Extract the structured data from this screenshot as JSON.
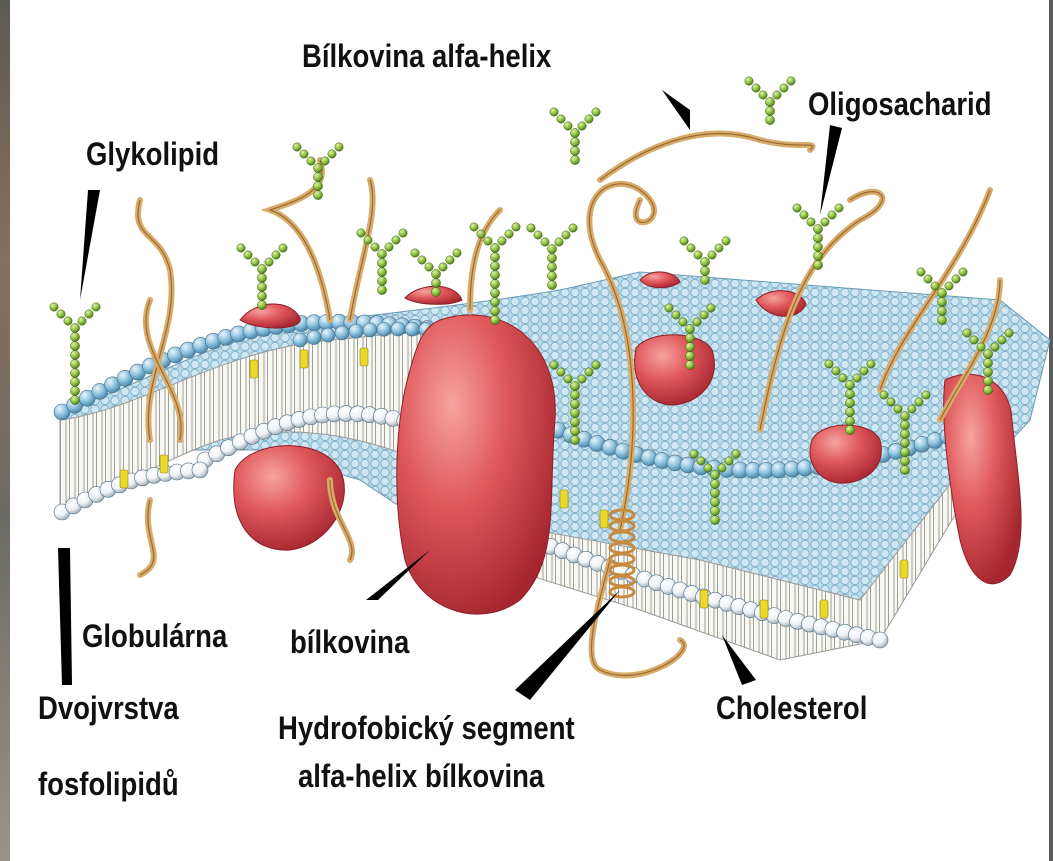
{
  "labels": {
    "alpha_helix_protein": "Bílkovina alfa-helix",
    "oligosaccharide": "Oligosacharid",
    "glycolipid": "Glykolipid",
    "globular": "Globulárna",
    "protein": "bílkovina",
    "bilayer_line1": "Dvojvrstva",
    "bilayer_line2": "fosfolipidů",
    "hydrophobic_line1": "Hydrofobický segment",
    "hydrophobic_line2": "alfa-helix bílkovina",
    "cholesterol": "Cholesterol"
  },
  "colors": {
    "head_blue": "#8fc3df",
    "head_white": "#f4f7f9",
    "protein_red": "#d8454a",
    "cholesterol_yellow": "#e9d92a",
    "sugar_green": "#8bbf3e",
    "helix_tan": "#d7ab6a"
  }
}
